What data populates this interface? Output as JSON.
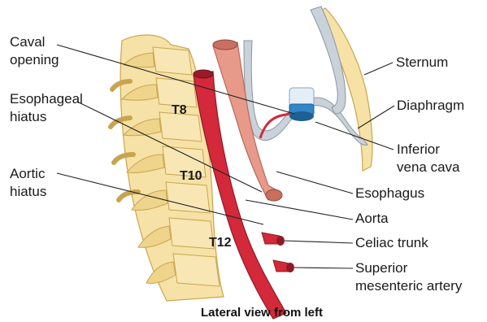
{
  "labels": {
    "caval_opening": [
      "Caval",
      "opening"
    ],
    "esophageal_hiatus": [
      "Esophageal",
      "hiatus"
    ],
    "aortic_hiatus": [
      "Aortic",
      "hiatus"
    ],
    "sternum": "Sternum",
    "diaphragm": "Diaphragm",
    "inferior_vena_cava": [
      "Inferior",
      "vena cava"
    ],
    "esophagus": "Esophagus",
    "aorta": "Aorta",
    "celiac_trunk": "Celiac trunk",
    "superior_mesenteric_artery": [
      "Superior",
      "mesenteric artery"
    ]
  },
  "vertebrae": {
    "t8": "T8",
    "t10": "T10",
    "t12": "T12"
  },
  "caption": "Lateral view from left",
  "colors": {
    "bone": "#f6e2a6",
    "bone_shade": "#d9b45c",
    "aorta": "#d3293a",
    "esophagus": "#e89a8a",
    "diaphragm": "#c9d1d9",
    "ivc": "#2f86c8"
  }
}
